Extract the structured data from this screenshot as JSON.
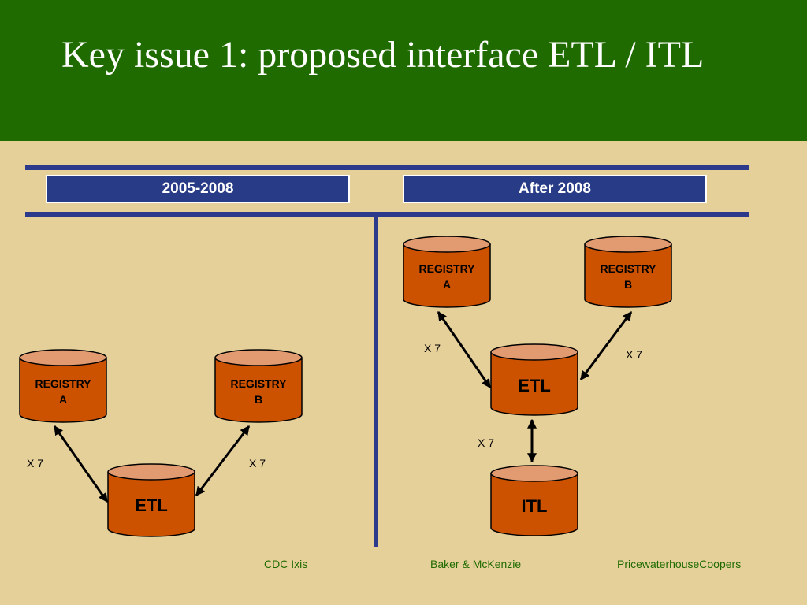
{
  "slide": {
    "title": "Key issue 1: proposed interface ETL / ITL"
  },
  "headers": {
    "left": "2005-2008",
    "right": "After 2008"
  },
  "left_diagram": {
    "registry_a_line1": "REGISTRY",
    "registry_a_line2": "A",
    "registry_b_line1": "REGISTRY",
    "registry_b_line2": "B",
    "etl": "ETL",
    "x7_left": "X 7",
    "x7_right": "X 7"
  },
  "right_diagram": {
    "registry_a_line1": "REGISTRY",
    "registry_a_line2": "A",
    "registry_b_line1": "REGISTRY",
    "registry_b_line2": "B",
    "etl": "ETL",
    "itl": "ITL",
    "x7_left": "X 7",
    "x7_right": "X 7",
    "x7_bottom": "X 7"
  },
  "footer": {
    "left": "CDC Ixis",
    "center": "Baker & McKenzie",
    "right": "PricewaterhouseCoopers"
  },
  "colors": {
    "title_bg": "#1f6b00",
    "background": "#e6d09a",
    "accent_blue": "#283b87",
    "cylinder_body": "#cc5200",
    "cylinder_top": "#e29a70"
  }
}
